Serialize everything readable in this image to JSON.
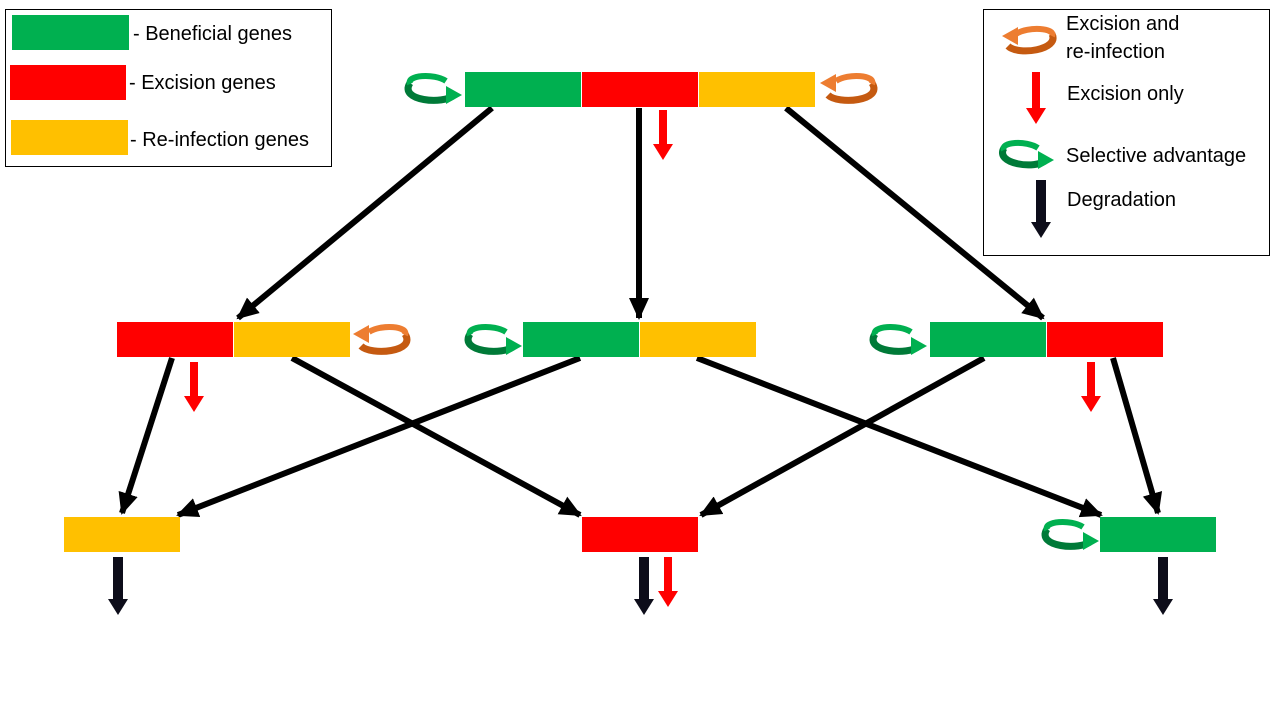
{
  "colors": {
    "beneficial": "#00B050",
    "excision": "#FF0000",
    "reinfection": "#FFC000",
    "reinfection_arrow": "#ED7D31",
    "advantage_arrow": "#00B050",
    "degradation": "#0D0D1A",
    "edge": "#000000"
  },
  "legend_genes": {
    "beneficial_label": "- Beneficial genes",
    "excision_label": "- Excision genes",
    "reinfection_label": "- Re-infection genes"
  },
  "legend_arrows": {
    "reinfection_line1": "Excision and",
    "reinfection_line2": "re-infection",
    "excision_label": "Excision only",
    "advantage_label": "Selective advantage",
    "degradation_label": "Degradation"
  },
  "icons": {
    "reinfection": "curved-orange-arrow-icon",
    "excision": "red-down-arrow-icon",
    "advantage": "curved-green-arrow-icon",
    "degradation": "dark-down-arrow-icon"
  },
  "nodes": [
    {
      "id": "top",
      "genes": [
        "beneficial",
        "excision",
        "reinfection"
      ],
      "markers": [
        "advantage",
        "excision",
        "reinfection"
      ]
    },
    {
      "id": "mid-left",
      "genes": [
        "excision",
        "reinfection"
      ],
      "markers": [
        "excision",
        "reinfection"
      ]
    },
    {
      "id": "mid-center",
      "genes": [
        "beneficial",
        "reinfection"
      ],
      "markers": [
        "advantage"
      ]
    },
    {
      "id": "mid-right",
      "genes": [
        "beneficial",
        "excision"
      ],
      "markers": [
        "advantage",
        "excision"
      ]
    },
    {
      "id": "bottom-left",
      "genes": [
        "reinfection"
      ],
      "markers": [
        "degradation"
      ]
    },
    {
      "id": "bottom-center",
      "genes": [
        "excision"
      ],
      "markers": [
        "degradation",
        "excision"
      ]
    },
    {
      "id": "bottom-right",
      "genes": [
        "beneficial"
      ],
      "markers": [
        "advantage",
        "degradation"
      ]
    }
  ],
  "edges": [
    {
      "from": "top",
      "to": "mid-left"
    },
    {
      "from": "top",
      "to": "mid-center"
    },
    {
      "from": "top",
      "to": "mid-right"
    },
    {
      "from": "mid-left",
      "to": "bottom-left"
    },
    {
      "from": "mid-left",
      "to": "bottom-center"
    },
    {
      "from": "mid-center",
      "to": "bottom-left"
    },
    {
      "from": "mid-center",
      "to": "bottom-right"
    },
    {
      "from": "mid-right",
      "to": "bottom-center"
    },
    {
      "from": "mid-right",
      "to": "bottom-right"
    }
  ]
}
